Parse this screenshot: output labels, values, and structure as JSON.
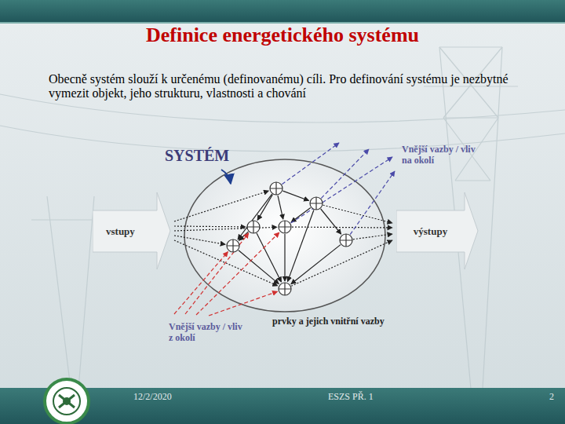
{
  "diagram": {
    "title": "Definice energetického systému",
    "nodes": [
      {
        "text": [
          "vstupy"
        ]
      },
      {
        "text": [
          "výstupy"
        ]
      }
    ],
    "labels": [
      "Obecně systém slouží k určenému (definovanému) cíli. Pro definování systému je nezbytné vymezit objekt, jeho strukturu, vlastnosti a chování",
      "SYSTÉM",
      "Vnější vazby / vliv na okolí",
      "Vnější vazby / vliv z okolí",
      "prvky a jejich vnitřní vazby",
      "12/2/2020",
      "ESZS PŘ. 1",
      "2"
    ]
  }
}
